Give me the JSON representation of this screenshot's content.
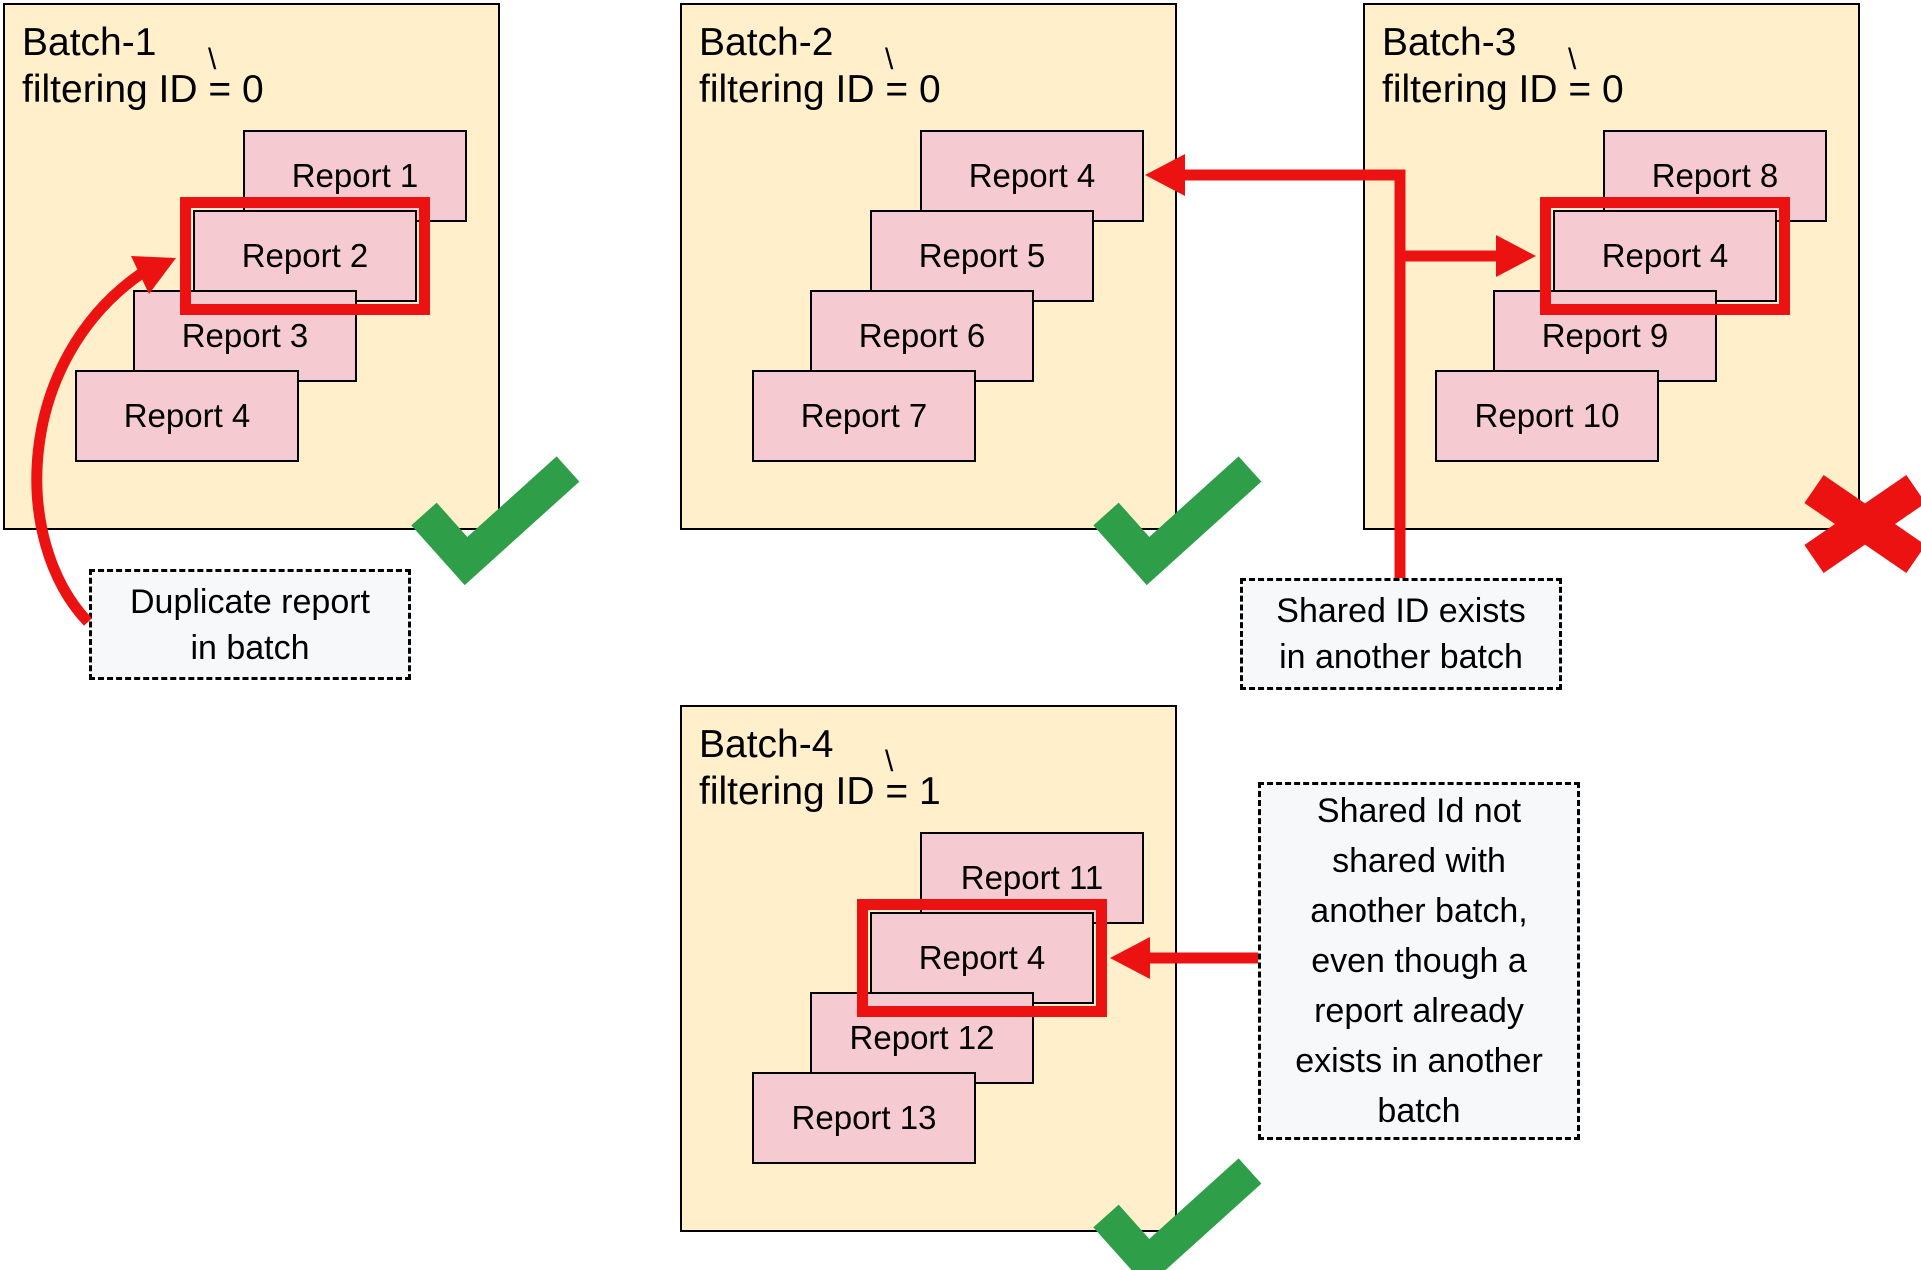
{
  "colors": {
    "batch_fill": "#fff0cb",
    "report_fill": "#f5cad0",
    "highlight_red": "#ed1212",
    "check_green": "#2f9e49",
    "note_fill": "#f6f8fa",
    "border": "#000000"
  },
  "stray_mark": "\\",
  "batches": [
    {
      "name": "Batch-1",
      "filter": "filtering ID = 0",
      "status": "valid",
      "reports": [
        {
          "label": "Report 1",
          "highlighted": false
        },
        {
          "label": "Report 2",
          "highlighted": true
        },
        {
          "label": "Report 3",
          "highlighted": false
        },
        {
          "label": "Report 4",
          "highlighted": false
        }
      ]
    },
    {
      "name": "Batch-2",
      "filter": "filtering ID = 0",
      "status": "valid",
      "reports": [
        {
          "label": "Report 4",
          "highlighted": false
        },
        {
          "label": "Report 5",
          "highlighted": false
        },
        {
          "label": "Report 6",
          "highlighted": false
        },
        {
          "label": "Report 7",
          "highlighted": false
        }
      ]
    },
    {
      "name": "Batch-3",
      "filter": "filtering ID = 0",
      "status": "invalid",
      "reports": [
        {
          "label": "Report 8",
          "highlighted": false
        },
        {
          "label": "Report 4",
          "highlighted": true
        },
        {
          "label": "Report 9",
          "highlighted": false
        },
        {
          "label": "Report 10",
          "highlighted": false
        }
      ]
    },
    {
      "name": "Batch-4",
      "filter": "filtering ID = 1",
      "status": "valid",
      "reports": [
        {
          "label": "Report 11",
          "highlighted": false
        },
        {
          "label": "Report 4",
          "highlighted": true
        },
        {
          "label": "Report 12",
          "highlighted": false
        },
        {
          "label": "Report 13",
          "highlighted": false
        }
      ]
    }
  ],
  "annotations": {
    "duplicate": {
      "text": "Duplicate report\nin batch"
    },
    "shared": {
      "text": "Shared ID exists\nin another batch"
    },
    "not_shared": {
      "text": "Shared Id not\nshared with\nanother batch,\neven though a\nreport already\nexists in another\nbatch"
    }
  }
}
